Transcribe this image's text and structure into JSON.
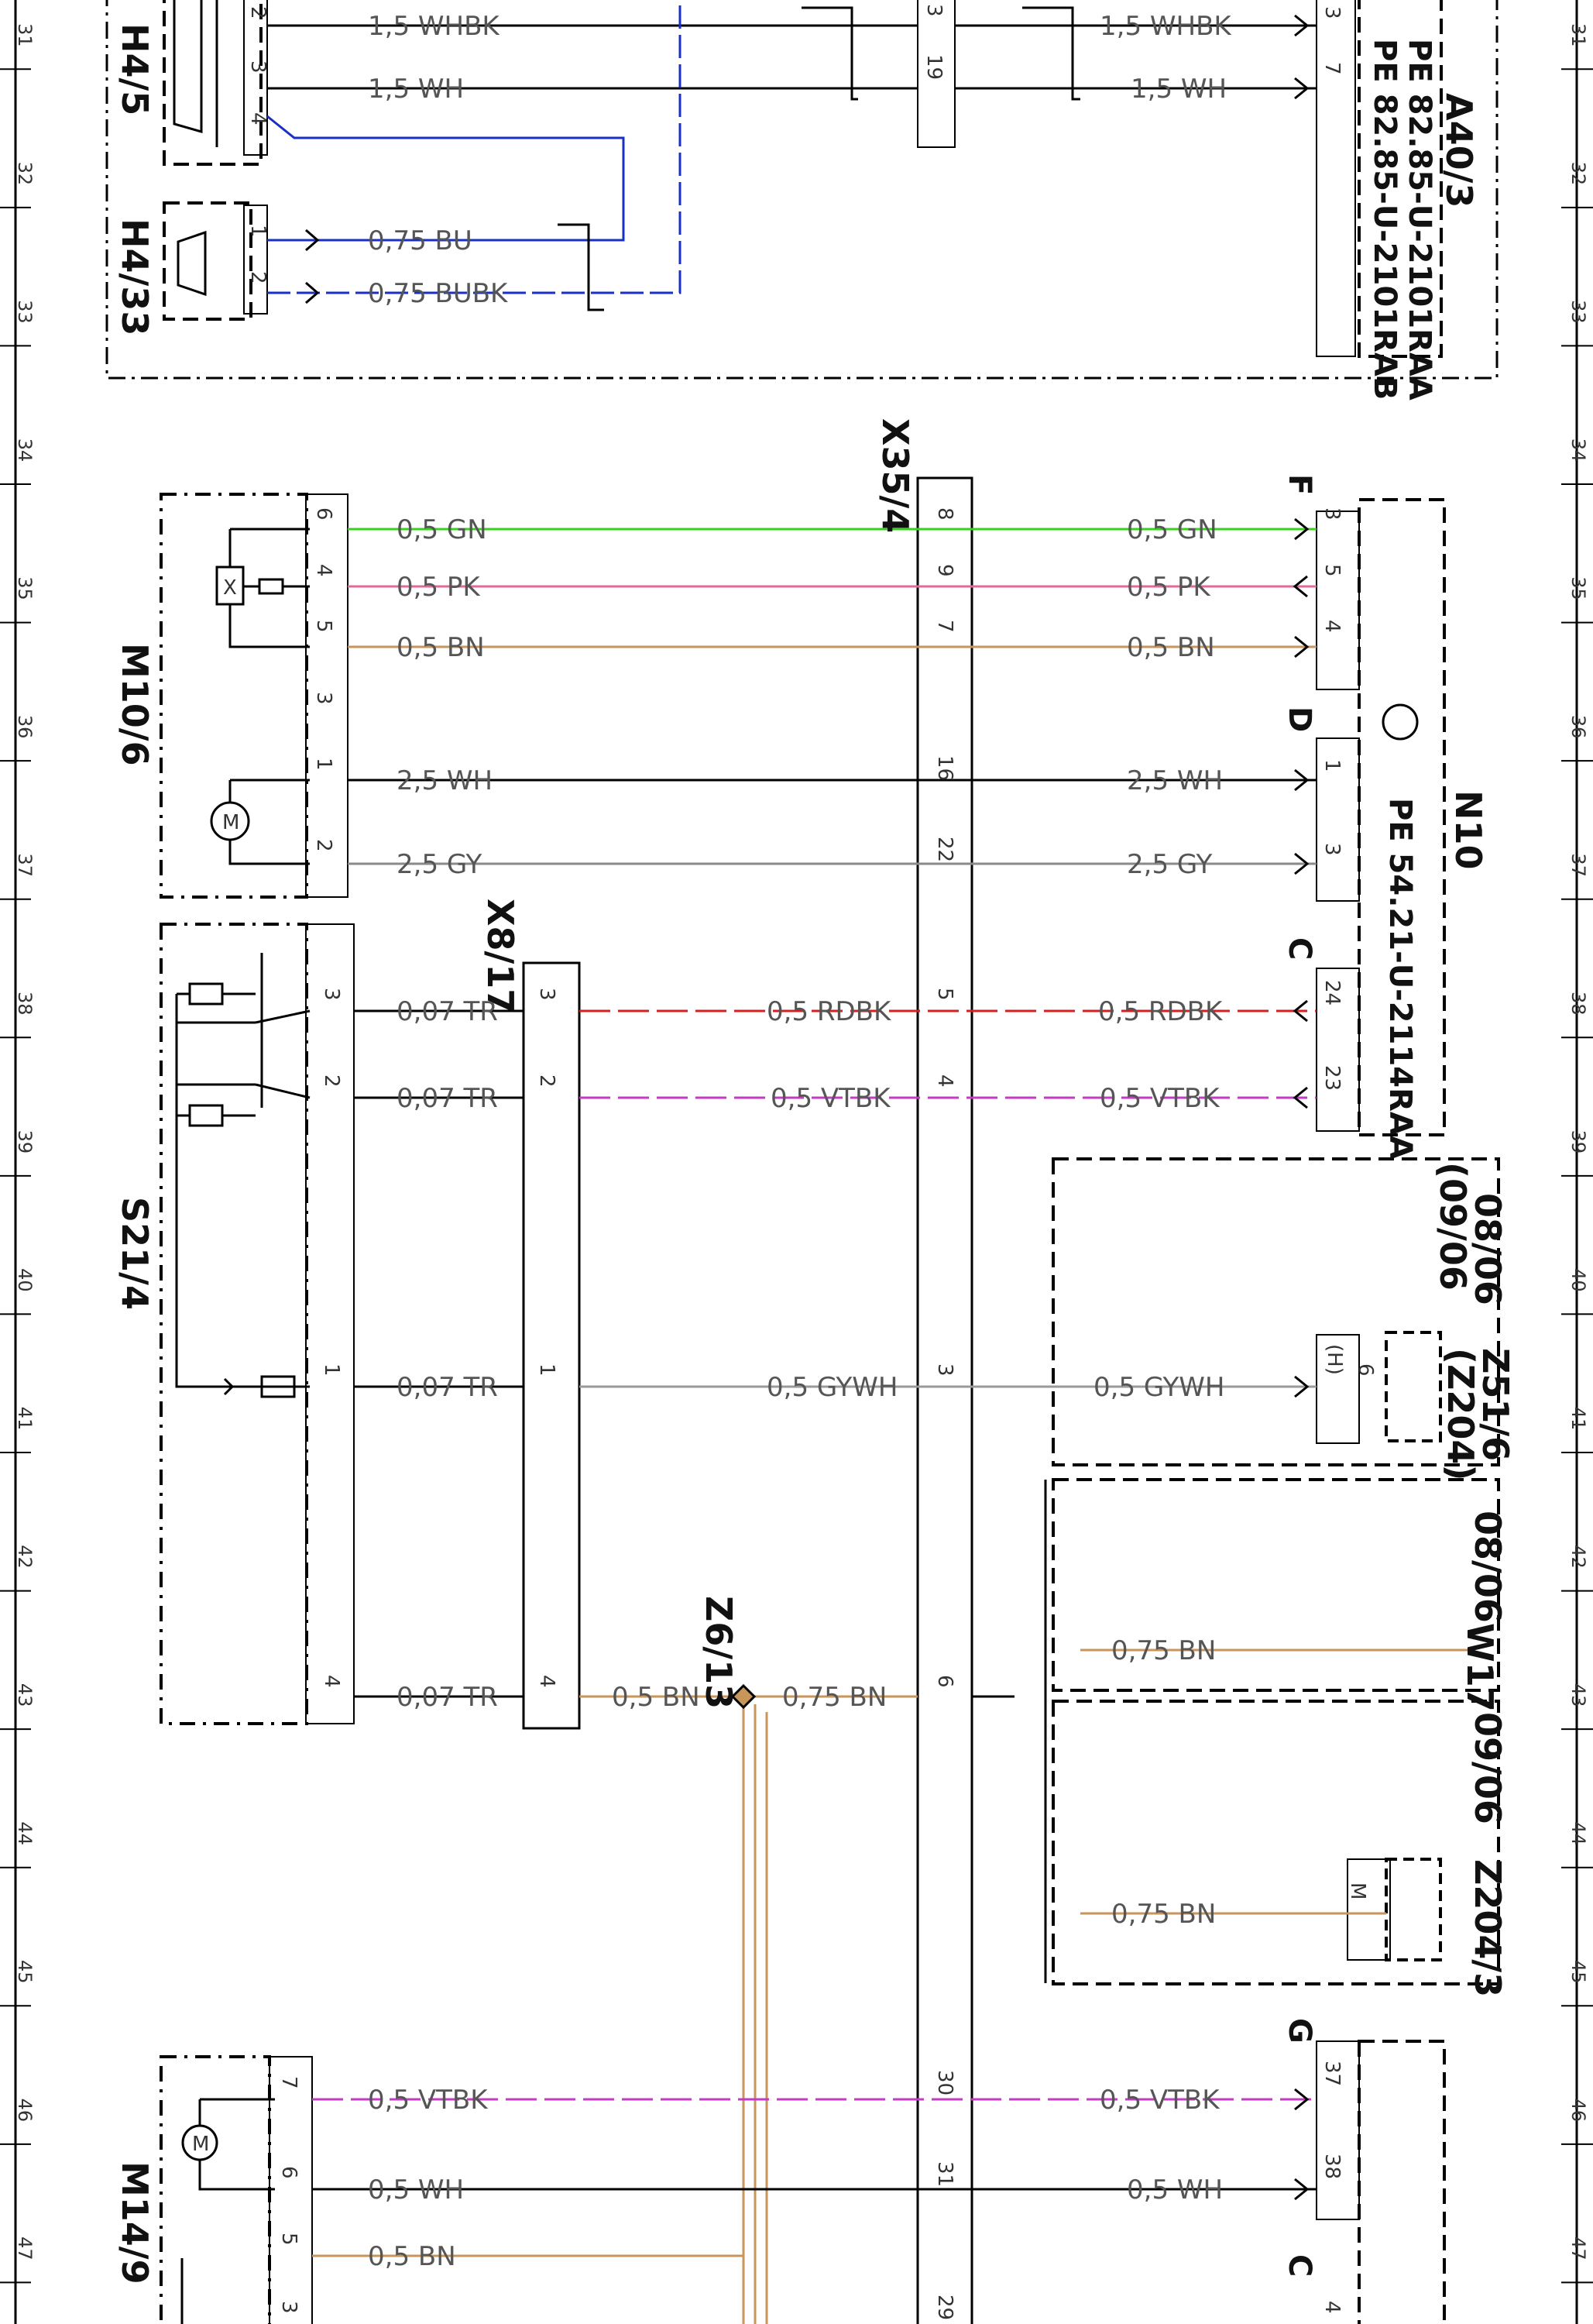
{
  "components": {
    "h4_5": "H4/5",
    "h4_33": "H4/33",
    "a40_3": "A40/3",
    "a40_ref1": "PE 82.85-U-2101RAA",
    "a40_ref2": "PE 82.85-U-2101RAB",
    "x35_4": "X35/4",
    "m10_6": "M10/6",
    "n10": "N10",
    "n10_ref": "PE 54.21-U-2114RAA",
    "x8_17": "X8/17",
    "s21_4": "S21/4",
    "z51_6": "Z51/6",
    "z204": "(Z204)",
    "z51_note1": "08/06",
    "z51_note2": "(09/06",
    "w17": "W17",
    "w17_note": "08/06",
    "z204_3": "Z204/3",
    "z204_note": "09/06",
    "z6_13": "Z6/13",
    "m14_9": "M14/9"
  },
  "plugs": [
    "F",
    "D",
    "C",
    "G",
    "C"
  ],
  "wires": [
    {
      "label": "1,5 WHBK",
      "color": "#000000"
    },
    {
      "label": "1,5 WH",
      "color": "#000000"
    },
    {
      "label": "0,75 BU",
      "color": "#1a2fc4"
    },
    {
      "label": "0,75 BUBK",
      "color": "#1a2fc4"
    },
    {
      "label": "0,5 GN",
      "color": "#39d11f"
    },
    {
      "label": "0,5 PK",
      "color": "#e0689a"
    },
    {
      "label": "0,5 BN",
      "color": "#c8955a"
    },
    {
      "label": "2,5 WH",
      "color": "#000000"
    },
    {
      "label": "2,5 GY",
      "color": "#8a8a8a"
    },
    {
      "label": "0,07 TR",
      "color": "#000000"
    },
    {
      "label": "0,5 RDBK",
      "color": "#d62020"
    },
    {
      "label": "0,5 VTBK",
      "color": "#c43bc4"
    },
    {
      "label": "0,5 GYWH",
      "color": "#9a9a9a"
    },
    {
      "label": "0,75 BN",
      "color": "#c8955a"
    },
    {
      "label": "0,5 WH",
      "color": "#000000"
    }
  ],
  "pins": {
    "h45": [
      "2",
      "3",
      "4"
    ],
    "h433": [
      "1",
      "2"
    ],
    "a40": [
      "3",
      "7"
    ],
    "x35_top": [
      "3",
      "19"
    ],
    "m106": [
      "6",
      "4",
      "5",
      "3",
      "1",
      "2"
    ],
    "x354": [
      "8",
      "9",
      "7",
      "16",
      "22",
      "5",
      "4",
      "3",
      "6",
      "30",
      "31",
      "29"
    ],
    "n10f": [
      "3",
      "5",
      "4"
    ],
    "n10d": [
      "1",
      "3"
    ],
    "n10c": [
      "24",
      "23"
    ],
    "s214": [
      "3",
      "2",
      "1",
      "4"
    ],
    "x817": [
      "3",
      "2",
      "1",
      "4"
    ],
    "z516": [
      "6",
      "(H)"
    ],
    "z2043": [
      "M"
    ],
    "m149": [
      "7",
      "6",
      "5",
      "3"
    ],
    "gpins": [
      "37",
      "38",
      "4"
    ]
  },
  "motor_symbol": "M",
  "resistor_symbol": "X",
  "grid_numbers": [
    "31",
    "32",
    "33",
    "34",
    "35",
    "36",
    "37",
    "38",
    "39",
    "40",
    "41",
    "42",
    "43",
    "44",
    "45",
    "46",
    "47"
  ]
}
